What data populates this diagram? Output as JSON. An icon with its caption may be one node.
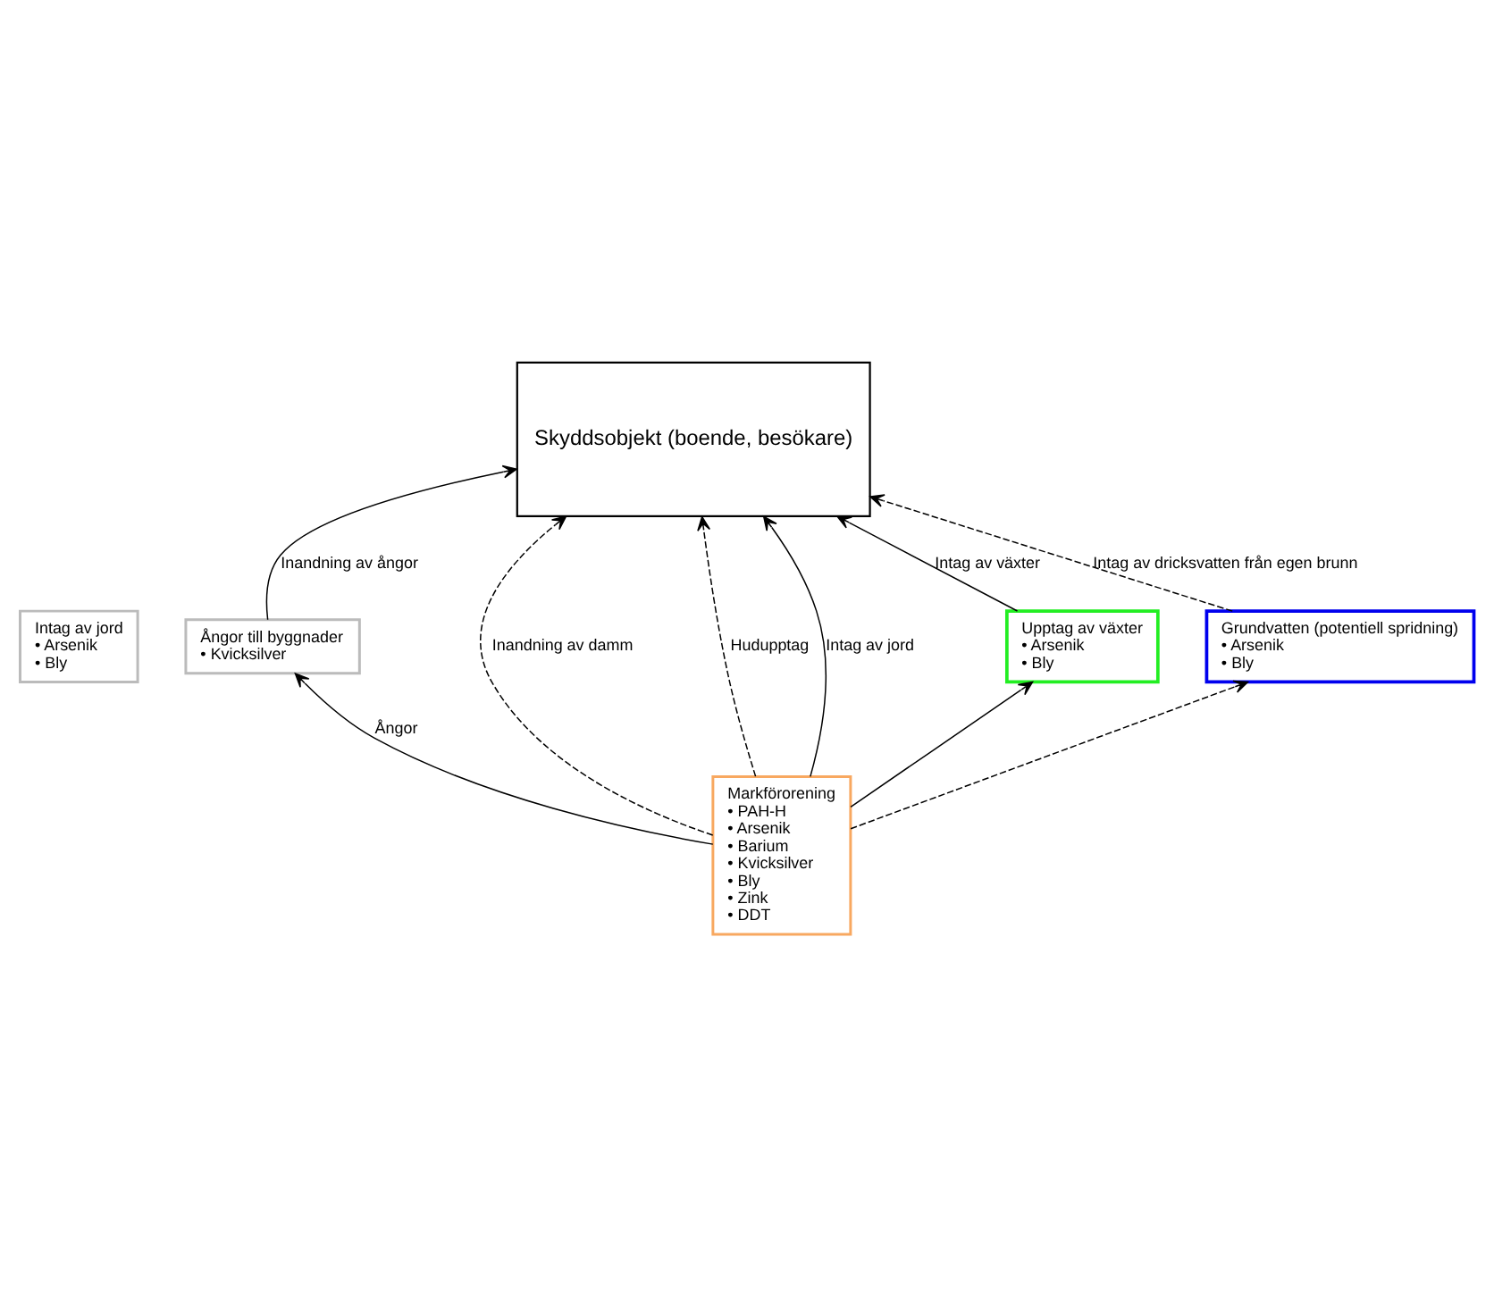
{
  "diagram": {
    "nodes": [
      {
        "text": [
          "Ångor till byggnader",
          "• Kvicksilver"
        ]
      },
      {
        "text": [
          "Skyddsobjekt (boende, besökare)"
        ]
      },
      {
        "text": [
          "Intag av jord",
          "• Arsenik",
          "• Bly"
        ]
      },
      {
        "text": [
          "Markförorening",
          "• PAH-H",
          "• Arsenik",
          "• Barium",
          "• Kvicksilver",
          "• Bly",
          "• Zink",
          "• DDT"
        ]
      },
      {
        "text": [
          "Upptag av växter",
          "• Arsenik",
          "• Bly"
        ]
      },
      {
        "text": [
          "Grundvatten (potentiell spridning)",
          "• Arsenik",
          "• Bly"
        ]
      }
    ],
    "edges": [
      {
        "from": 3,
        "to": 0,
        "arrow": "to",
        "label": "Ångor"
      },
      {
        "from": 0,
        "to": 1,
        "arrow": "to",
        "label": "Inandning av ångor"
      },
      {
        "from": 3,
        "to": 1,
        "arrow": "to",
        "label": "Inandning av damm",
        "style": "dashed"
      },
      {
        "from": 3,
        "to": 1,
        "arrow": "to",
        "label": "Hudupptag",
        "style": "dashed"
      },
      {
        "from": 3,
        "to": 1,
        "arrow": "to",
        "label": "Intag av jord"
      },
      {
        "from": 3,
        "to": 4,
        "arrow": "to"
      },
      {
        "from": 4,
        "to": 1,
        "arrow": "to",
        "label": "Intag av växter"
      },
      {
        "from": 5,
        "to": 1,
        "arrow": "to",
        "label": "Intag av dricksvatten från egen brunn",
        "style": "dashed"
      },
      {
        "from": 3,
        "to": 5,
        "arrow": "to",
        "style": "dashed"
      }
    ]
  }
}
